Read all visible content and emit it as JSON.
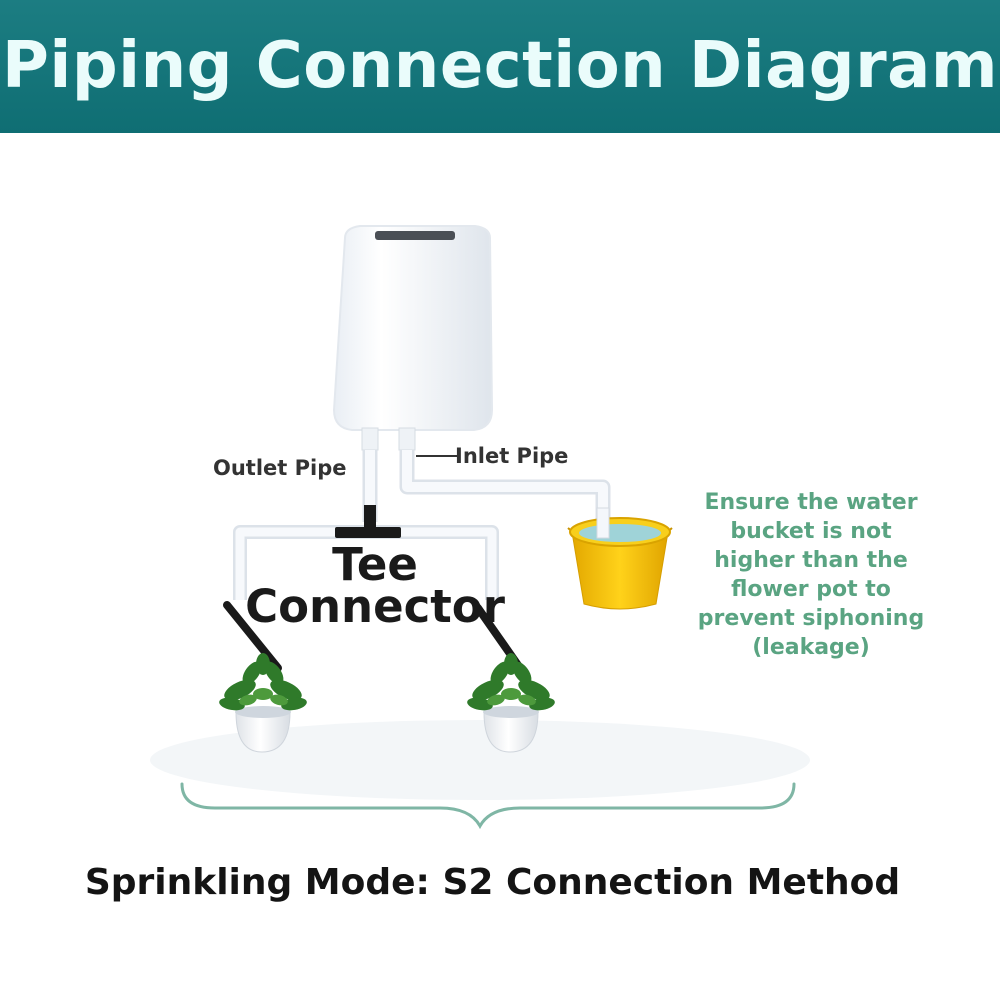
{
  "header": {
    "title": "Piping Connection Diagram",
    "background_color": "#0f6e73",
    "text_color": "#eafcfb"
  },
  "labels": {
    "outlet_pipe": "Outlet Pipe",
    "inlet_pipe": "Inlet Pipe",
    "tee_line_1": "Tee",
    "tee_line_2": "Connector"
  },
  "note": {
    "lines": [
      "Ensure the water",
      "bucket is not",
      "higher than the",
      "flower pot to",
      "prevent siphoning",
      "(leakage)"
    ],
    "color": "#5aa482"
  },
  "caption": "Sprinkling Mode: S2 Connection Method",
  "colors": {
    "bucket": "#f5c400",
    "pipe": "#f4f7fb",
    "brace": "#7fb6a5"
  }
}
